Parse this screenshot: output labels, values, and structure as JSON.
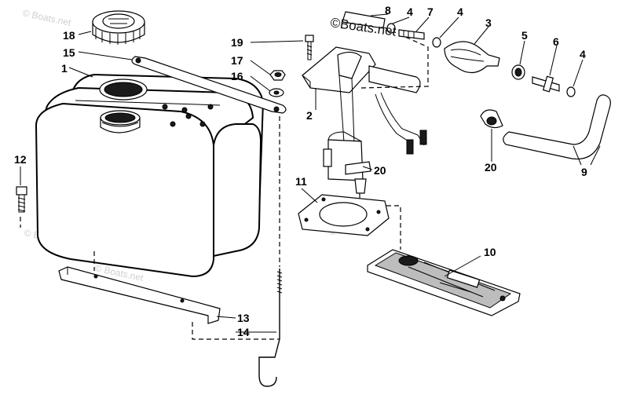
{
  "watermark": {
    "main_text": "©Boats.net",
    "faint_texts": [
      "© Boats.net",
      "© Boats.net",
      "© Boats.net",
      "© Boats.net"
    ]
  },
  "callouts": {
    "c1": "1",
    "c2": "2",
    "c3": "3",
    "c4a": "4",
    "c4b": "4",
    "c4c": "4",
    "c5": "5",
    "c6": "6",
    "c7": "7",
    "c8": "8",
    "c9": "9",
    "c10": "10",
    "c11": "11",
    "c12": "12",
    "c13": "13",
    "c14": "14",
    "c15": "15",
    "c16": "16",
    "c17": "17",
    "c18": "18",
    "c19": "19",
    "c20a": "20",
    "c20b": "20"
  }
}
